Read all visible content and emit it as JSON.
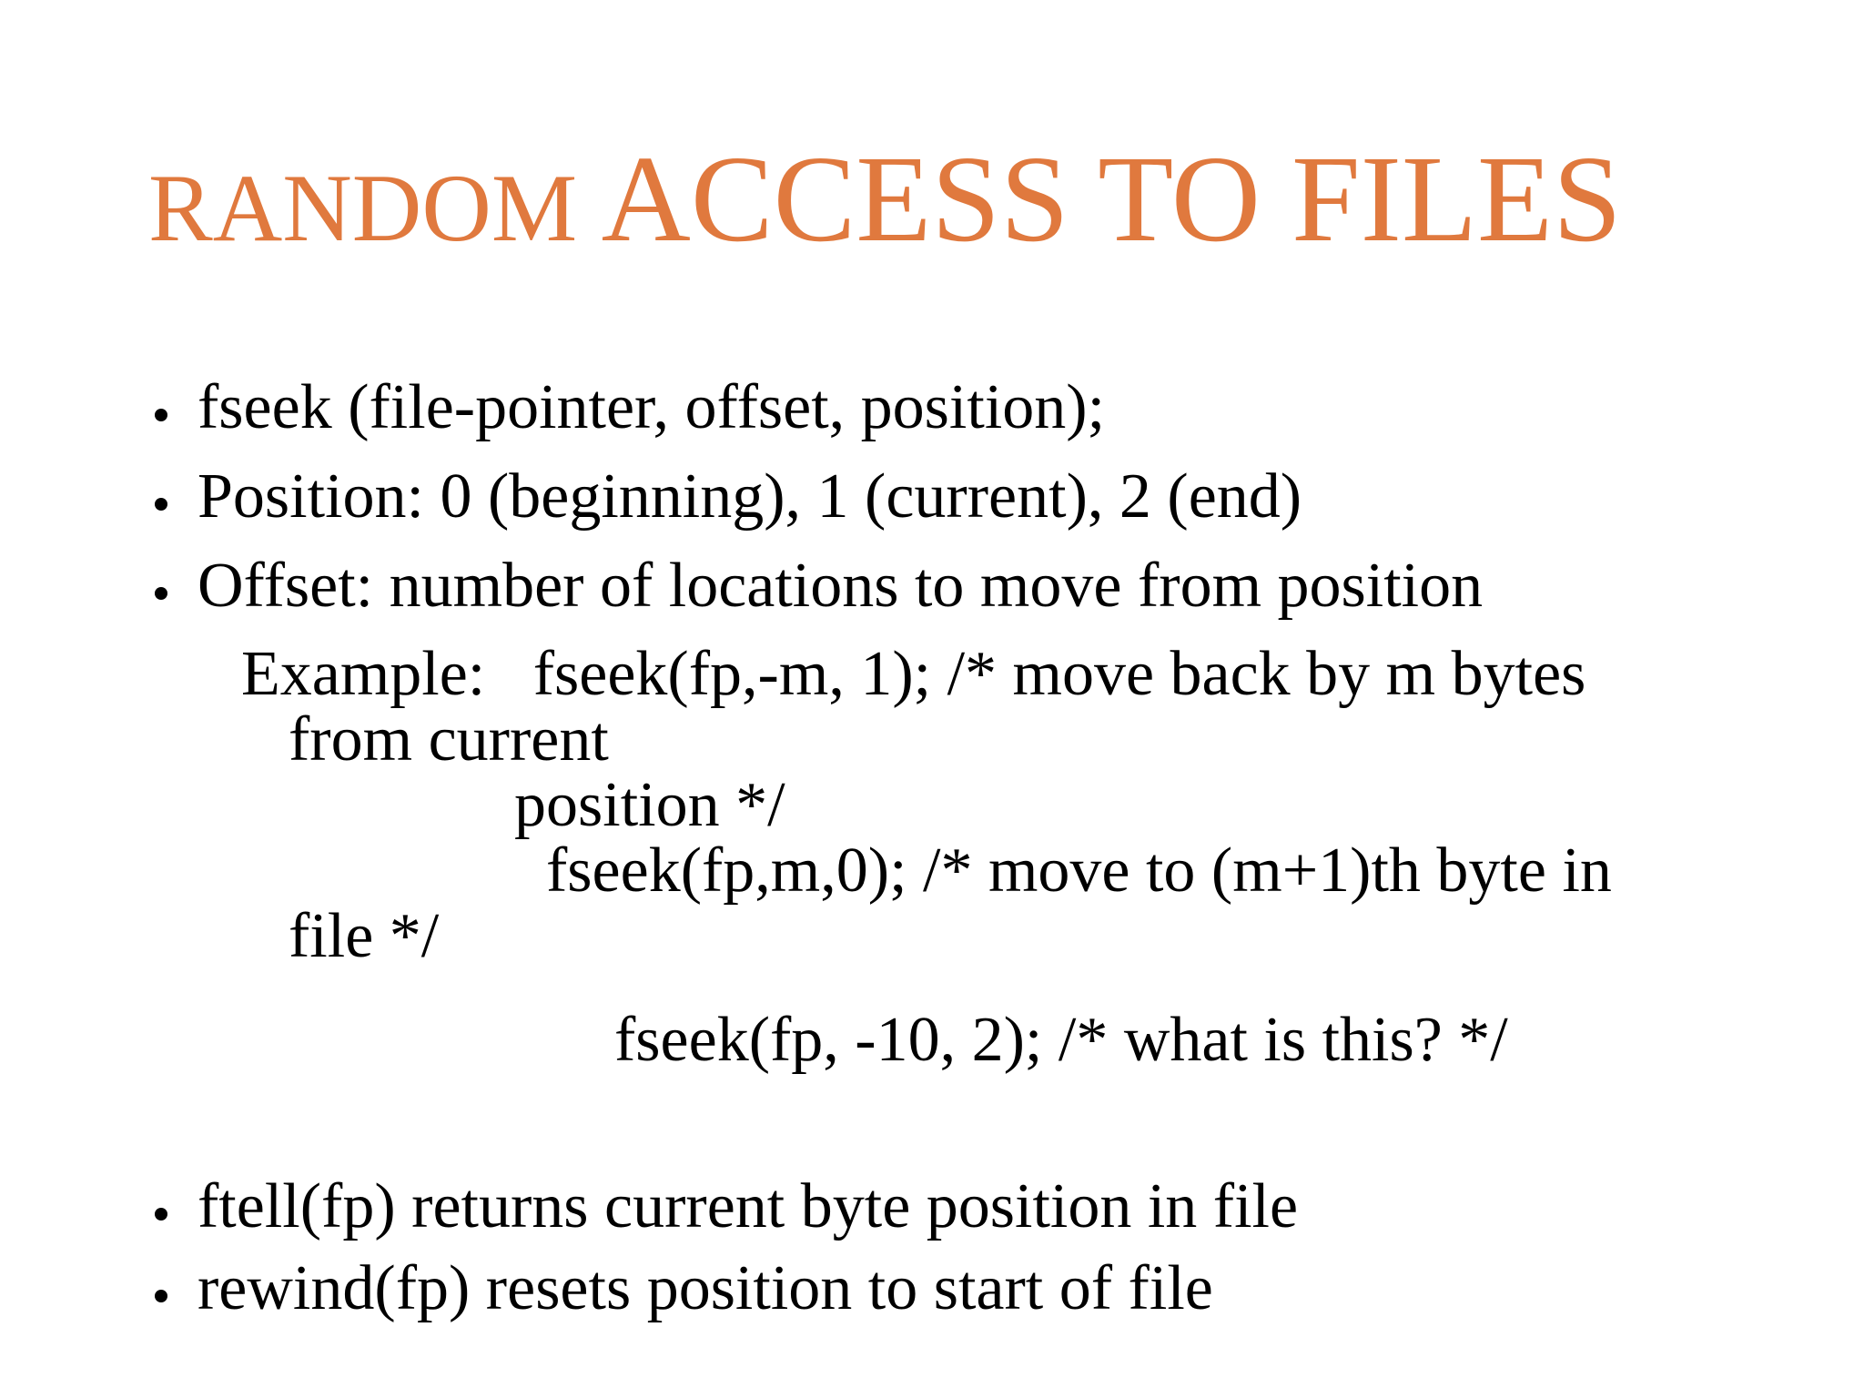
{
  "slide": {
    "background_color": "#ffffff",
    "title": {
      "leading": "RANDOM",
      "rest": " ACCESS TO FILES",
      "color": "#e0793e"
    },
    "bullets": [
      {
        "label": "fseek (file-pointer, offset, position);"
      },
      {
        "label": "Position: 0 (beginning), 1 (current), 2 (end)"
      },
      {
        "label": "Offset: number of locations to move from position"
      },
      {
        "label": "ftell(fp) returns current byte position in file"
      },
      {
        "label": "rewind(fp) resets position to start of file"
      }
    ],
    "example_lines": [
      "Example:   fseek(fp,-m, 1); /* move back by m bytes",
      "from current",
      "position */",
      "fseek(fp,m,0); /* move to (m+1)th byte in",
      "file */",
      "fseek(fp, -10, 2); /* what is this? */"
    ],
    "text_color": "#000000"
  }
}
